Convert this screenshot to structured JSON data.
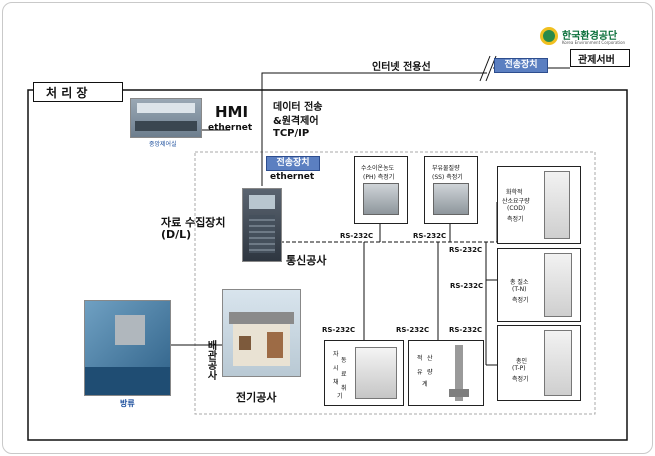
{
  "logo": {
    "title": "한국환경공단",
    "subtitle": "Korea Environment Corporation"
  },
  "header": {
    "server": "관제서버",
    "internet_line": "인터넷 전용선",
    "transmitter_top": "전송장치"
  },
  "plant": {
    "title": "처 리 장"
  },
  "hmi": {
    "title": "HMI",
    "protocol": "ethernet",
    "caption": "중앙제어실"
  },
  "data_transfer": {
    "line1": "데이터 전송",
    "line2": "&원격제어",
    "line3": "TCP/IP"
  },
  "transmitter": {
    "label": "전송장치",
    "protocol": "ethernet"
  },
  "collector": {
    "line1": "자료 수집장치",
    "line2": "(D/L)"
  },
  "comm_work": "통신공사",
  "rs232c": "RS-232C",
  "piping_work": "배관공사",
  "electrical_work": "전기공사",
  "outfall": "방류",
  "instruments": {
    "ph": {
      "line1": "수소이온농도",
      "line2": "(PH) 측정기"
    },
    "ss": {
      "line1": "부유물질량",
      "line2": "(SS) 측정기"
    },
    "cod": {
      "line1": "화학적",
      "line2": "산소요구량",
      "line3": "(COD)",
      "line4": "측정기"
    },
    "tn": {
      "line1": "총 질소",
      "line2": "(T-N)",
      "line3": "측정기"
    },
    "tp": {
      "line1": "총인",
      "line2": "(T-P)",
      "line3": "측정기"
    },
    "sampler": [
      "자",
      "동",
      "시",
      "료",
      "채",
      "취",
      "기"
    ],
    "flowmeter": [
      "적",
      "산",
      "유",
      "량",
      "계"
    ]
  },
  "colors": {
    "accent": "#5b7fc1",
    "line": "#222222",
    "dash": "#aaaaaa"
  }
}
